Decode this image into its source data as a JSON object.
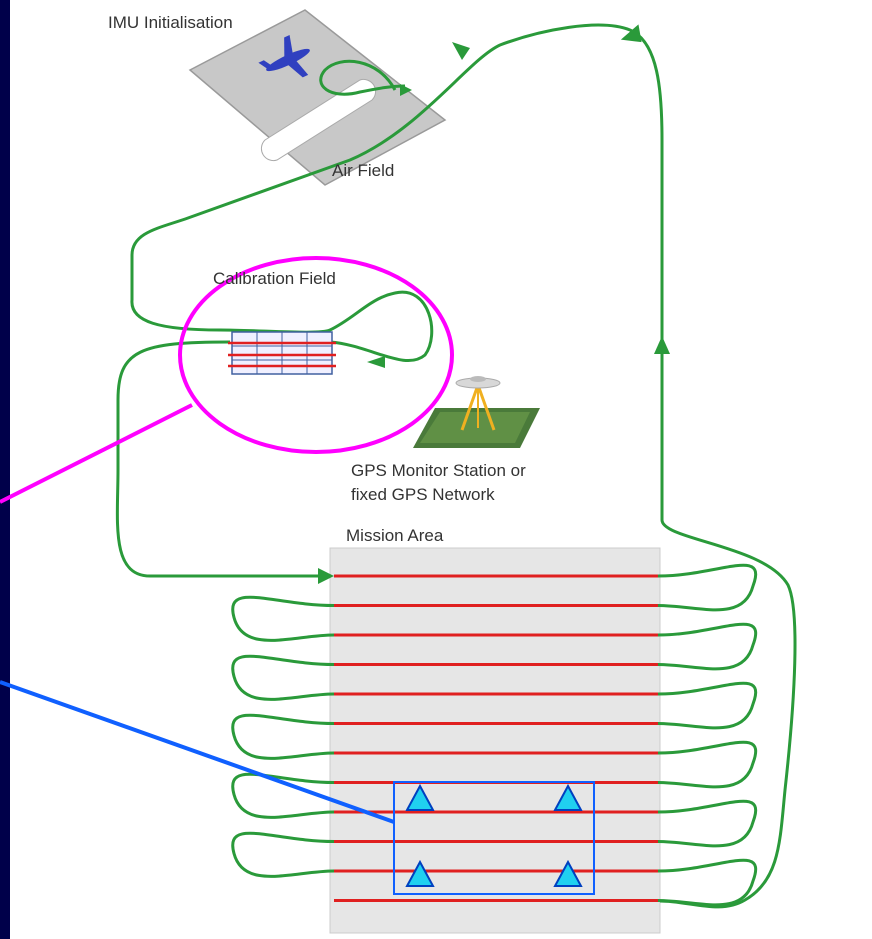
{
  "labels": {
    "imu_initialisation": "IMU Initialisation",
    "air_field": "Air Field",
    "calibration_field": "Calibration Field",
    "gps_station_line1": "GPS Monitor Station or",
    "gps_station_line2": "fixed GPS Network",
    "mission_area": "Mission Area"
  },
  "colors": {
    "background": "#00004a",
    "flight_path": "#2a9a3a",
    "flight_lines": "#e02020",
    "calibration_highlight": "#ff00ff",
    "ground_control": "#1060ff",
    "control_point_fill": "#20d0f0",
    "mission_area_fill": "#e6e6e6",
    "airfield_fill": "#c8c8c8"
  },
  "diagram": {
    "flight_line_count": 12,
    "ground_control_point_count": 4
  }
}
